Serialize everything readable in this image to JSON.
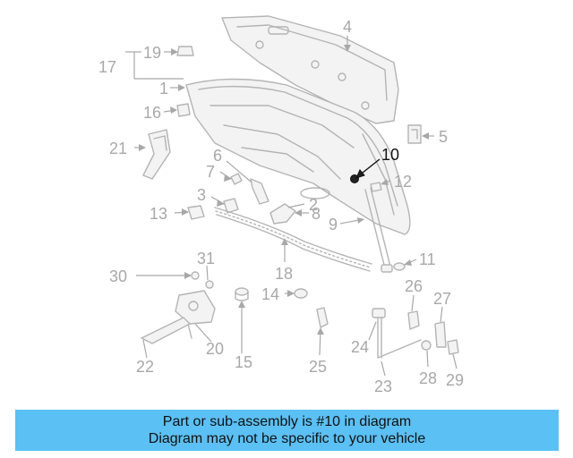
{
  "callouts": {
    "c1": "1",
    "c2": "2",
    "c3": "3",
    "c4": "4",
    "c5": "5",
    "c6": "6",
    "c7": "7",
    "c8": "8",
    "c9": "9",
    "c10": "10",
    "c11": "11",
    "c12": "12",
    "c13": "13",
    "c14": "14",
    "c15": "15",
    "c16": "16",
    "c17": "17",
    "c18": "18",
    "c19": "19",
    "c20": "20",
    "c21": "21",
    "c22": "22",
    "c23": "23",
    "c24": "24",
    "c25": "25",
    "c26": "26",
    "c27": "27",
    "c28": "28",
    "c29": "29",
    "c30": "30",
    "c31": "31"
  },
  "highlighted_part": "10",
  "colors": {
    "banner": "#5bc0f4",
    "highlight": "#111111",
    "part_lines": "#b4b4b4"
  },
  "caption": {
    "line1": "Part or sub-assembly is #10 in diagram",
    "line2": "Diagram may not be specific to your vehicle"
  }
}
